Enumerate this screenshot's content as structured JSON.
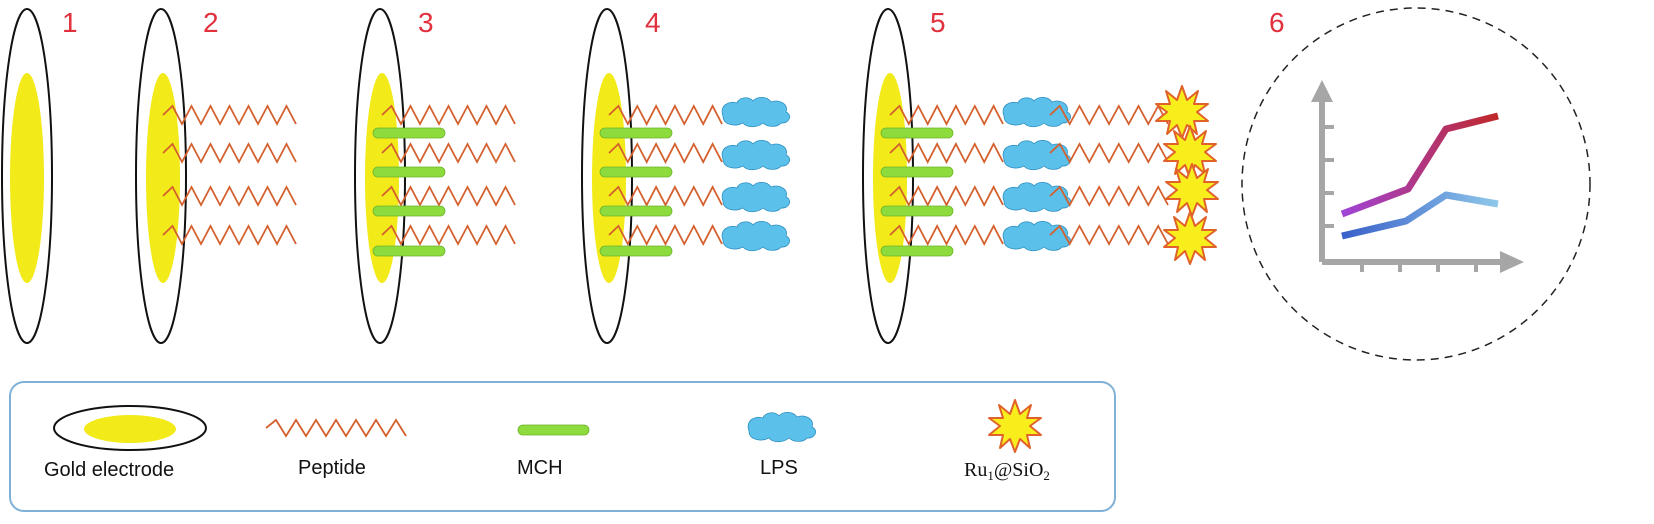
{
  "steps": [
    "1",
    "2",
    "3",
    "4",
    "5",
    "6"
  ],
  "legend": {
    "gold_electrode": "Gold electrode",
    "peptide": "Peptide",
    "mch": "MCH",
    "lps": "LPS",
    "ru_main": "Ru",
    "ru_sub1": "1",
    "ru_mid": "@SiO",
    "ru_sub2": "2"
  },
  "colors": {
    "gold": "#f2ea19",
    "peptide": "#d4602e",
    "mch": "#8edb3e",
    "lps": "#5bc0ea",
    "star": "#f7ee1c",
    "step_number": "#e0313c",
    "legend_border": "#7fb0d6",
    "axis": "#a6a6a6",
    "series_upper_start": "#a044d8",
    "series_upper_end": "#c0282a",
    "series_lower_start": "#3a5fc9",
    "series_lower_end": "#8fc8ea"
  },
  "icons": [
    "gold-electrode-icon",
    "peptide-chain-icon",
    "mch-rod-icon",
    "lps-cloud-icon",
    "starburst-icon"
  ]
}
